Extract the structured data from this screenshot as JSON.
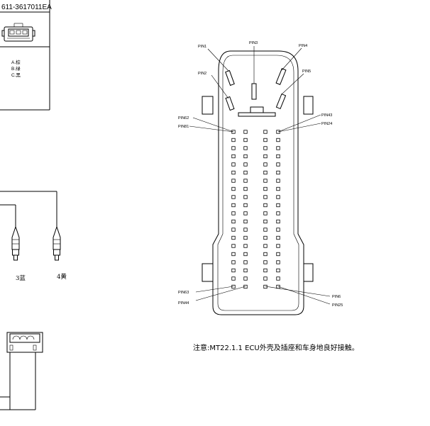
{
  "part_number": "611-3617011EA",
  "legend": {
    "a": "A.棕",
    "b": "B.绿",
    "c": "C.黑"
  },
  "connector_labels": {
    "left": "3蓝",
    "right": "4黄"
  },
  "pins": {
    "pin1": "PIN1",
    "pin2": "PIN2",
    "pin3": "PIN3",
    "pin4": "PIN4",
    "pin5": "PIN5",
    "pin62": "PIN62",
    "pin81": "PIN81",
    "pin43": "PIN43",
    "pin24": "PIN24",
    "pin63": "PIN63",
    "pin44": "PIN44",
    "pin6": "PIN6",
    "pin25": "PIN25"
  },
  "ecu": {
    "columns": 4,
    "rows": 20
  },
  "note": "注意:MT22.1.1 ECU外壳及插座和车身地良好接触。"
}
